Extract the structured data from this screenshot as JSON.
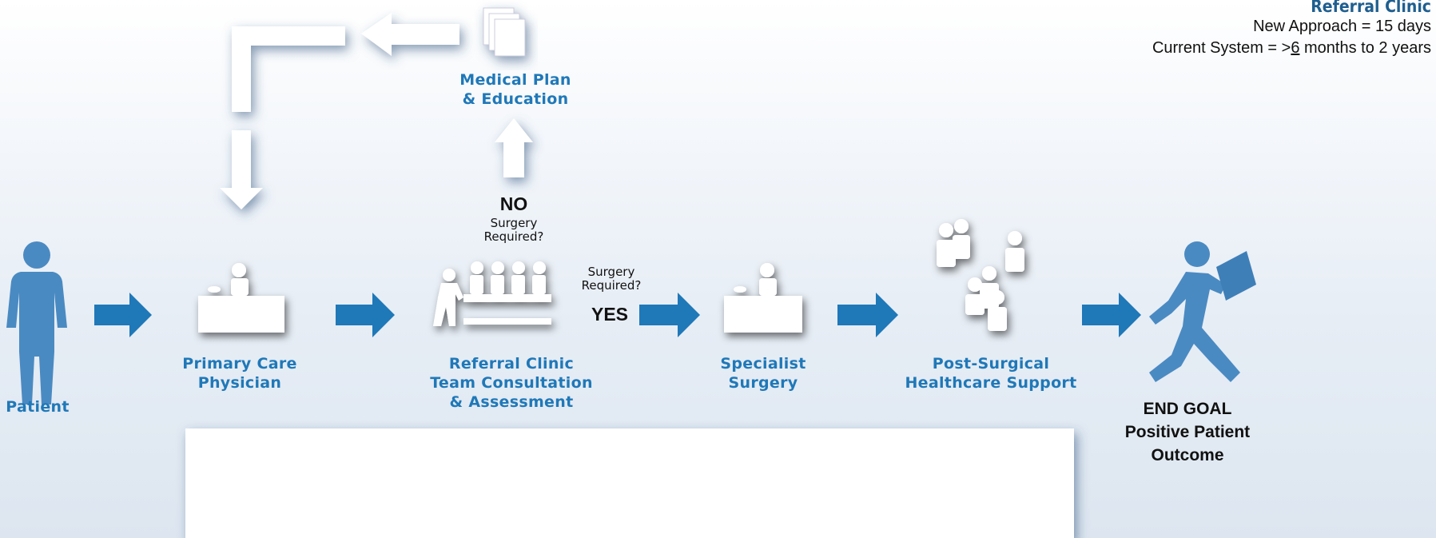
{
  "legend": {
    "title": "Referral Clinic",
    "new_approach": "New Approach = 15 days",
    "current_prefix": "Current System = ",
    "current_gte": ">",
    "current_num": "6",
    "current_suffix": " months to 2 years"
  },
  "nodes": {
    "patient": "Patient",
    "pcp_line1": "Primary Care",
    "pcp_line2": "Physician",
    "rc_line1": "Referral Clinic",
    "rc_line2": "Team Consultation",
    "rc_line3": "& Assessment",
    "spec_line1": "Specialist",
    "spec_line2": "Surgery",
    "post_line1": "Post-Surgical",
    "post_line2": "Healthcare Support",
    "end_line1": "END GOAL",
    "end_line2": "Positive Patient",
    "end_line3": "Outcome",
    "med_line1": "Medical Plan",
    "med_line2": "& Education"
  },
  "decisions": {
    "no": "NO",
    "no_q1": "Surgery",
    "no_q2": "Required?",
    "yes": "YES",
    "yes_q1": "Surgery",
    "yes_q2": "Required?"
  },
  "colors": {
    "accent": "#1f78b8",
    "figure": "#4a8ac2",
    "arrow": "#1f78b8"
  }
}
